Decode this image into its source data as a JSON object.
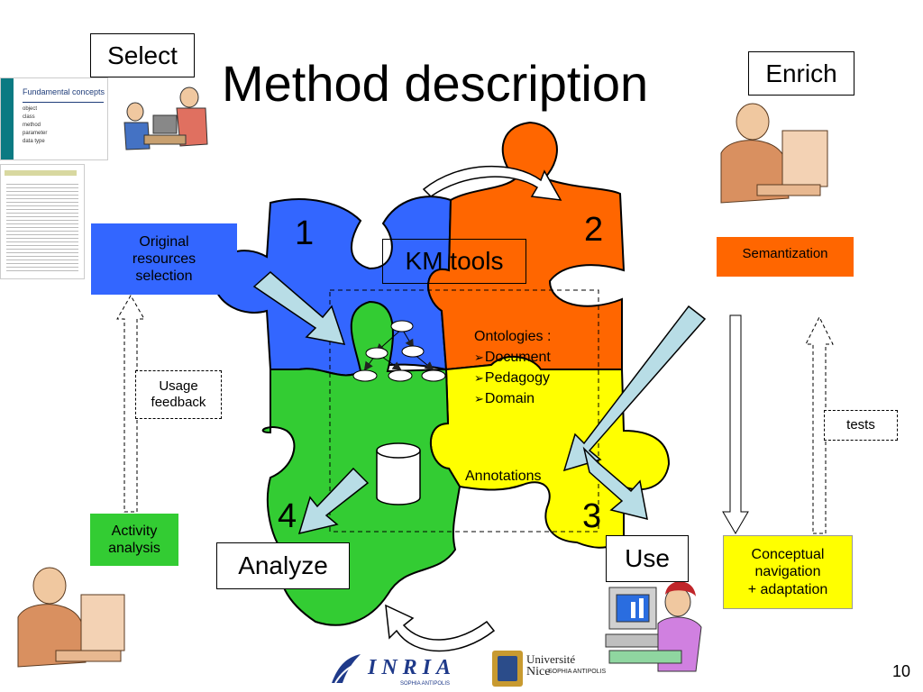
{
  "title": "Method description",
  "stages": {
    "select": "Select",
    "enrich": "Enrich",
    "analyze": "Analyze",
    "use": "Use"
  },
  "puzzle_numbers": [
    "1",
    "2",
    "3",
    "4"
  ],
  "center": {
    "km_tools": "KM tools",
    "ontologies_label": "Ontologies :",
    "ontologies": [
      "Document",
      "Pedagogy",
      "Domain"
    ],
    "annotations": "Annotations"
  },
  "boxes": {
    "original_resources": [
      "Original",
      "resources",
      "selection"
    ],
    "usage_feedback": [
      "Usage",
      "feedback"
    ],
    "activity_analysis": [
      "Activity",
      "analysis"
    ],
    "semantization": "Semantization",
    "tests": "tests",
    "conceptual_navigation": [
      "Conceptual",
      "navigation",
      "+ adaptation"
    ]
  },
  "thumbnail": {
    "heading": "Fundamental concepts",
    "bullets": [
      "object",
      "class",
      "method",
      "parameter",
      "data type"
    ]
  },
  "logos": {
    "inria": "INRIA",
    "inria_sub": "SOPHIA ANTIPOLIS",
    "univ_line1": "Université",
    "univ_line2": "Nice",
    "univ_sub": "SOPHIA ANTIPOLIS"
  },
  "page_number": "10",
  "colors": {
    "blue": "#3366ff",
    "orange": "#ff6600",
    "yellow": "#ffff00",
    "green": "#33cc33",
    "arrow": "#b8dde6"
  }
}
